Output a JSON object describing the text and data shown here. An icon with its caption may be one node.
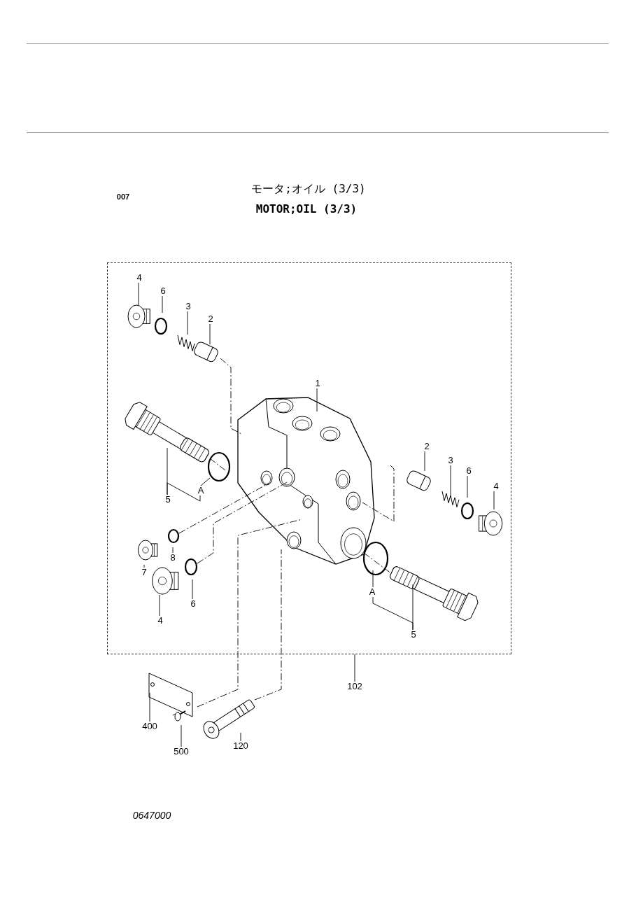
{
  "diagram": {
    "nodes": [
      {
        "text": [],
        "shape": "box"
      },
      {
        "text": [
          "4"
        ],
        "in": 0
      },
      {
        "text": [
          "6"
        ],
        "in": 0
      },
      {
        "text": [
          "3"
        ],
        "in": 0
      },
      {
        "text": [
          "2"
        ],
        "in": 0
      },
      {
        "text": [
          "1"
        ],
        "in": 0
      },
      {
        "text": [
          "5"
        ],
        "in": 0
      },
      {
        "text": [
          "A"
        ],
        "in": 0
      },
      {
        "text": [
          "2"
        ],
        "in": 0
      },
      {
        "text": [
          "3"
        ],
        "in": 0
      },
      {
        "text": [
          "6"
        ],
        "in": 0
      },
      {
        "text": [
          "4"
        ],
        "in": 0
      },
      {
        "text": [
          "8"
        ],
        "in": 0
      },
      {
        "text": [
          "7"
        ],
        "in": 0
      },
      {
        "text": [
          "6"
        ],
        "in": 0
      },
      {
        "text": [
          "4"
        ],
        "in": 0
      },
      {
        "text": [
          "A"
        ],
        "in": 0
      },
      {
        "text": [
          "5"
        ],
        "in": 0
      },
      {
        "text": [
          "102"
        ]
      },
      {
        "text": [
          "400"
        ]
      },
      {
        "text": [
          "500"
        ]
      },
      {
        "text": [
          "120"
        ]
      }
    ],
    "edges": [
      {
        "from": 1,
        "to": null,
        "arrow": "none"
      },
      {
        "from": 2,
        "to": null,
        "arrow": "none"
      },
      {
        "from": 3,
        "to": null,
        "arrow": "none"
      },
      {
        "from": 4,
        "to": null,
        "arrow": "none"
      },
      {
        "from": 5,
        "to": null,
        "arrow": "none"
      },
      {
        "from": 6,
        "to": null,
        "arrow": "none"
      },
      {
        "from": 6,
        "to": 7,
        "arrow": "none"
      },
      {
        "from": 7,
        "to": null,
        "arrow": "none"
      },
      {
        "from": 8,
        "to": null,
        "arrow": "none"
      },
      {
        "from": 9,
        "to": null,
        "arrow": "none"
      },
      {
        "from": 10,
        "to": null,
        "arrow": "none"
      },
      {
        "from": 11,
        "to": null,
        "arrow": "none"
      },
      {
        "from": 12,
        "to": null,
        "arrow": "none"
      },
      {
        "from": 13,
        "to": null,
        "arrow": "none"
      },
      {
        "from": 14,
        "to": null,
        "arrow": "none"
      },
      {
        "from": 15,
        "to": null,
        "arrow": "none"
      },
      {
        "from": 17,
        "to": null,
        "arrow": "none"
      },
      {
        "from": 17,
        "to": 16,
        "arrow": "none"
      },
      {
        "from": 16,
        "to": null,
        "arrow": "none"
      },
      {
        "from": 18,
        "to": 0,
        "arrow": "none"
      },
      {
        "from": 19,
        "to": null,
        "arrow": "none"
      },
      {
        "from": 20,
        "to": null,
        "arrow": "none"
      },
      {
        "from": 21,
        "to": null,
        "arrow": "none"
      }
    ],
    "labels": [
      "モータ;オイル (3/3)",
      "007",
      "MOTOR;OIL (3/3)",
      "0647000"
    ]
  }
}
